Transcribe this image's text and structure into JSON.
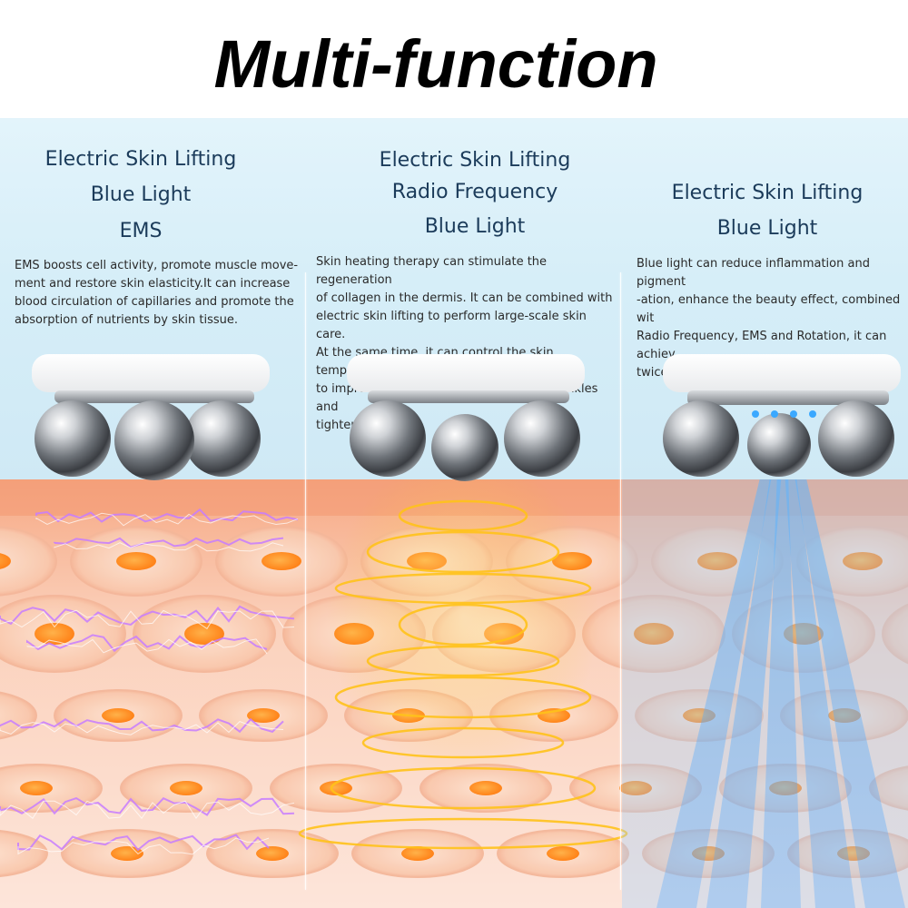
{
  "title": "Multi-function",
  "columns": [
    {
      "features": [
        "Electric Skin Lifting",
        "Blue Light",
        "EMS"
      ],
      "description": "EMS boosts cell activity, promote muscle move-\nment and restore skin elasticity.It can increase\nblood circulation of capillaries and promote the\nabsorption of nutrients by skin tissue.",
      "effect": "electric-arcs",
      "effect_color": "#c77dff"
    },
    {
      "features": [
        "Electric Skin Lifting",
        "Radio Frequency",
        "Blue Light"
      ],
      "description": "Skin heating therapy can stimulate the regeneration\nof collagen in the dermis. It can be combined with\nelectric skin lifting to perform large-scale skin care.\nAt the same time, it can control the skin temperature\nto improve skin care efficiency, reduce wrinkles and\ntighten the skin.",
      "effect": "rf-rings",
      "effect_color": "#ffc21a"
    },
    {
      "features": [
        "Electric Skin Lifting",
        "Blue Light"
      ],
      "description": "Blue light can reduce inflammation and pigment\n-ation, enhance the beauty effect, combined wit\nRadio Frequency, EMS and Rotation, it can achiev\ntwice the result with half the effort.",
      "effect": "blue-light-beams",
      "effect_color": "#1e8bff"
    }
  ],
  "colors": {
    "panel_bg": "#d6eef8",
    "heading_text": "#1b3b5a",
    "skin_orange": "#f7b08c",
    "nucleus": "#ff8a1c",
    "blue_light": "#1e8bff"
  }
}
